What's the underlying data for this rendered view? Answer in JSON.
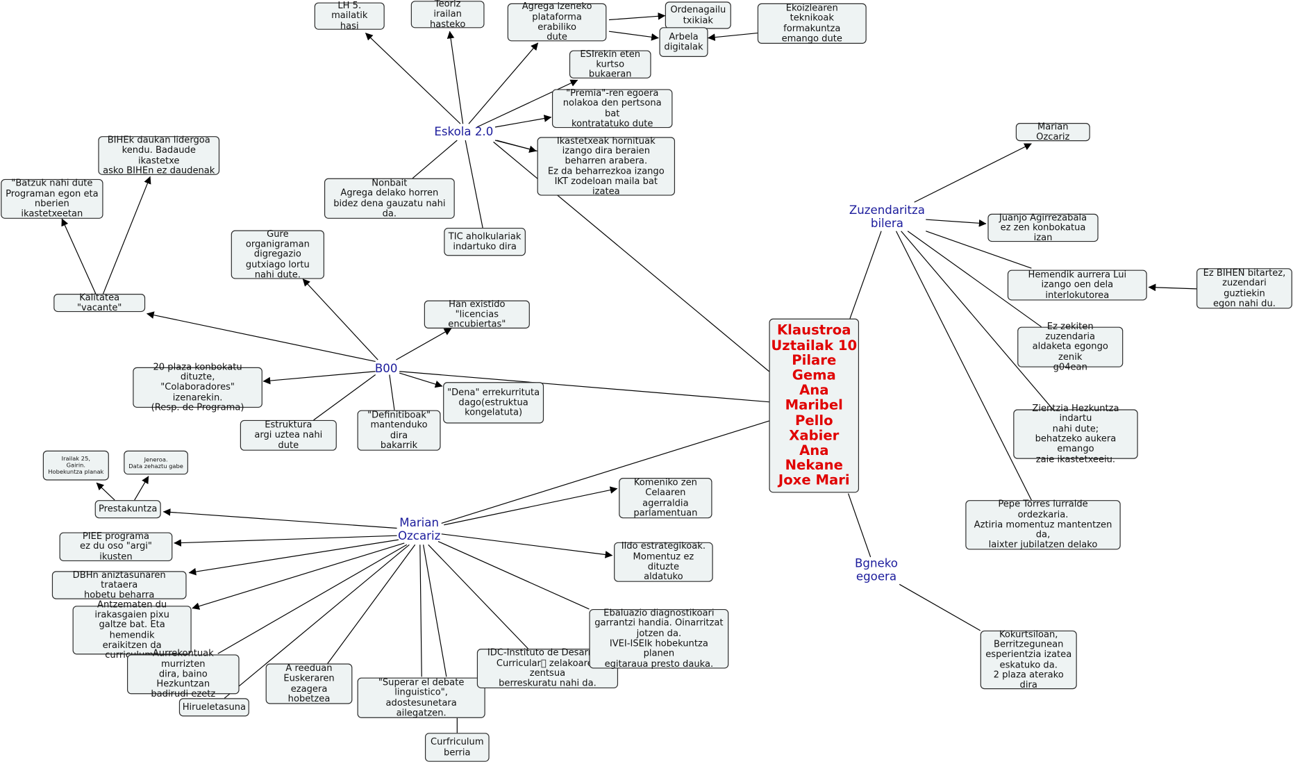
{
  "center": {
    "text": "Klaustroa\nUztailak 10\nPilare\nGema\nAna\nMaribel\nPello\nXabier\nAna\nNekane\nJoxe Mari"
  },
  "topics": {
    "eskola": "Eskola 2.0",
    "zuzendaritza": "Zuzendaritza\nbilera",
    "b00": "B00",
    "marian": "Marian\nOzcariz",
    "bgneko": "Bgneko\negoera"
  },
  "eskola": {
    "lh5": "LH 5. mailatik\nhasi",
    "teoriz": "Teoriz\nirailan hasteko",
    "agrega": "Agrega izeneko\nplataforma erabiliko\ndute",
    "ordenagailu": "Ordenagailu\ntxikiak",
    "arbela": "Arbela\ndigitalak",
    "ekoizle": "Ekoizlearen\nteknikoak formakuntza\nemango dute",
    "esi": "ESIrekin eten\nkurtso bukaeran",
    "premia": "\"Premia\"-ren egoera\nnolakoa den pertsona bat\nkontratatuko dute",
    "ikastetxeak": "Ikastetxeak hornituak\nizango dira beraien\nbeharren arabera.\nEz da beharrezkoa izango\nIKT zodeloan maila bat izatea",
    "nonbait": "Nonbait\nAgrega delako horren\nbidez dena gauzatu nahi da.",
    "tic": "TIC aholkulariak\nindartuko dira"
  },
  "b00": {
    "bihek": "BIHEk daukan lidergoa\nkendu. Badaude ikastetxe\nasko BIHEn ez daudenak",
    "batzuk": "\"Batzuk nahi dute\nPrograman egon eta\nnberien ikastetxeetan",
    "kalitatea": "Kalitatea \"vacante\"",
    "gure": "Gure organigraman\ndigregazio\ngutxiago lortu\nnahi dute.",
    "han": "Han existido\n\"licencias encubiertas\"",
    "plaza20": "20 plaza konbokatu dituzte,\n\"Colaboradores\" izenarekin.\n(Resp. de Programa)",
    "dena": "\"Dena\" errekurrituta\ndago(estruktua\nkongelatuta)",
    "estruktura": "Estruktura\nargi uztea nahi dute",
    "definitiboak": "\"Definitiboak\"\nmantenduko dira\nbakarrik"
  },
  "marian": {
    "irailak": "Irailak 25,\nGairin.\nHobekuntza planak",
    "jeneroa": "Jeneroa.\nData zehaztu gabe",
    "prestakuntza": "Prestakuntza",
    "piee": "PIEE programa\nez du oso \"argi\" ikusten",
    "dbhn": "DBHn aniztasunaren trataera\nhobetu beharra",
    "antzematen": "Antzematen du\nirakasgaien pixu\ngaltze bat. Eta hemendik\neraikitzen da curriculuma",
    "aurrekontuak": "Aurrekontuak murrizten\ndira, baino Hezkuntzan\nbadirudi ezetz",
    "hirueletasuna": "Hirueletasuna",
    "reeduan": "A reeduan\nEuskeraren\nezagera hobetzea",
    "superar": "\"Superar el debate\nlinguistico\", adostesunetara\nailegatzen.",
    "curfriculum": "Curfriculum\nberria",
    "idc": "IDC-Instituto de Desarrollo\nCurricular\u0000 zelakoaren zentsua\nberreskuratu nahi da.",
    "ebaluazio": "Ebaluazio diagnostikoari\ngarrantzi handia. Oinarritzat\njotzen da.\nIVEI-ISEIk hobekuntza planen\negitaraua presto dauka.",
    "komeniko": "Komeniko zen\nCelaaren agerraldia\nparlamentuan",
    "ildo": "Ildo estrategikoak.\nMomentuz ez dituzte\naldatuko"
  },
  "zuzendaritza": {
    "marian": "Marian Ozcariz",
    "juanjo": "Juanjo Agirrezabala\nez zen konbokatua izan",
    "hemendik": "Hemendik aurrera Lui\nizango oen dela interlokutorea",
    "ezbihen": "Ez BIHEN bitartez,\nzuzendari guztiekin\negon nahi du.",
    "ezzekiten": "Ez zekiten zuzendaria\naldaketa egongo zenik\ng04ean",
    "zientzia": "Zientzia Hezkuntza indartu\nnahi dute;\nbehatzeko aukera emango\nzaie ikastetxeeiu.",
    "pepe": "Pepe Torres lurralde\nordezkaria.\nAztiria momentuz mantentzen da,\nlaixter jubilatzen delako"
  },
  "bgneko": {
    "kokurtsiloan": "Kokurtsiloan,\nBerritzegunean\nesperientzia izatea\neskatuko da.\n2 plaza aterako dira"
  }
}
